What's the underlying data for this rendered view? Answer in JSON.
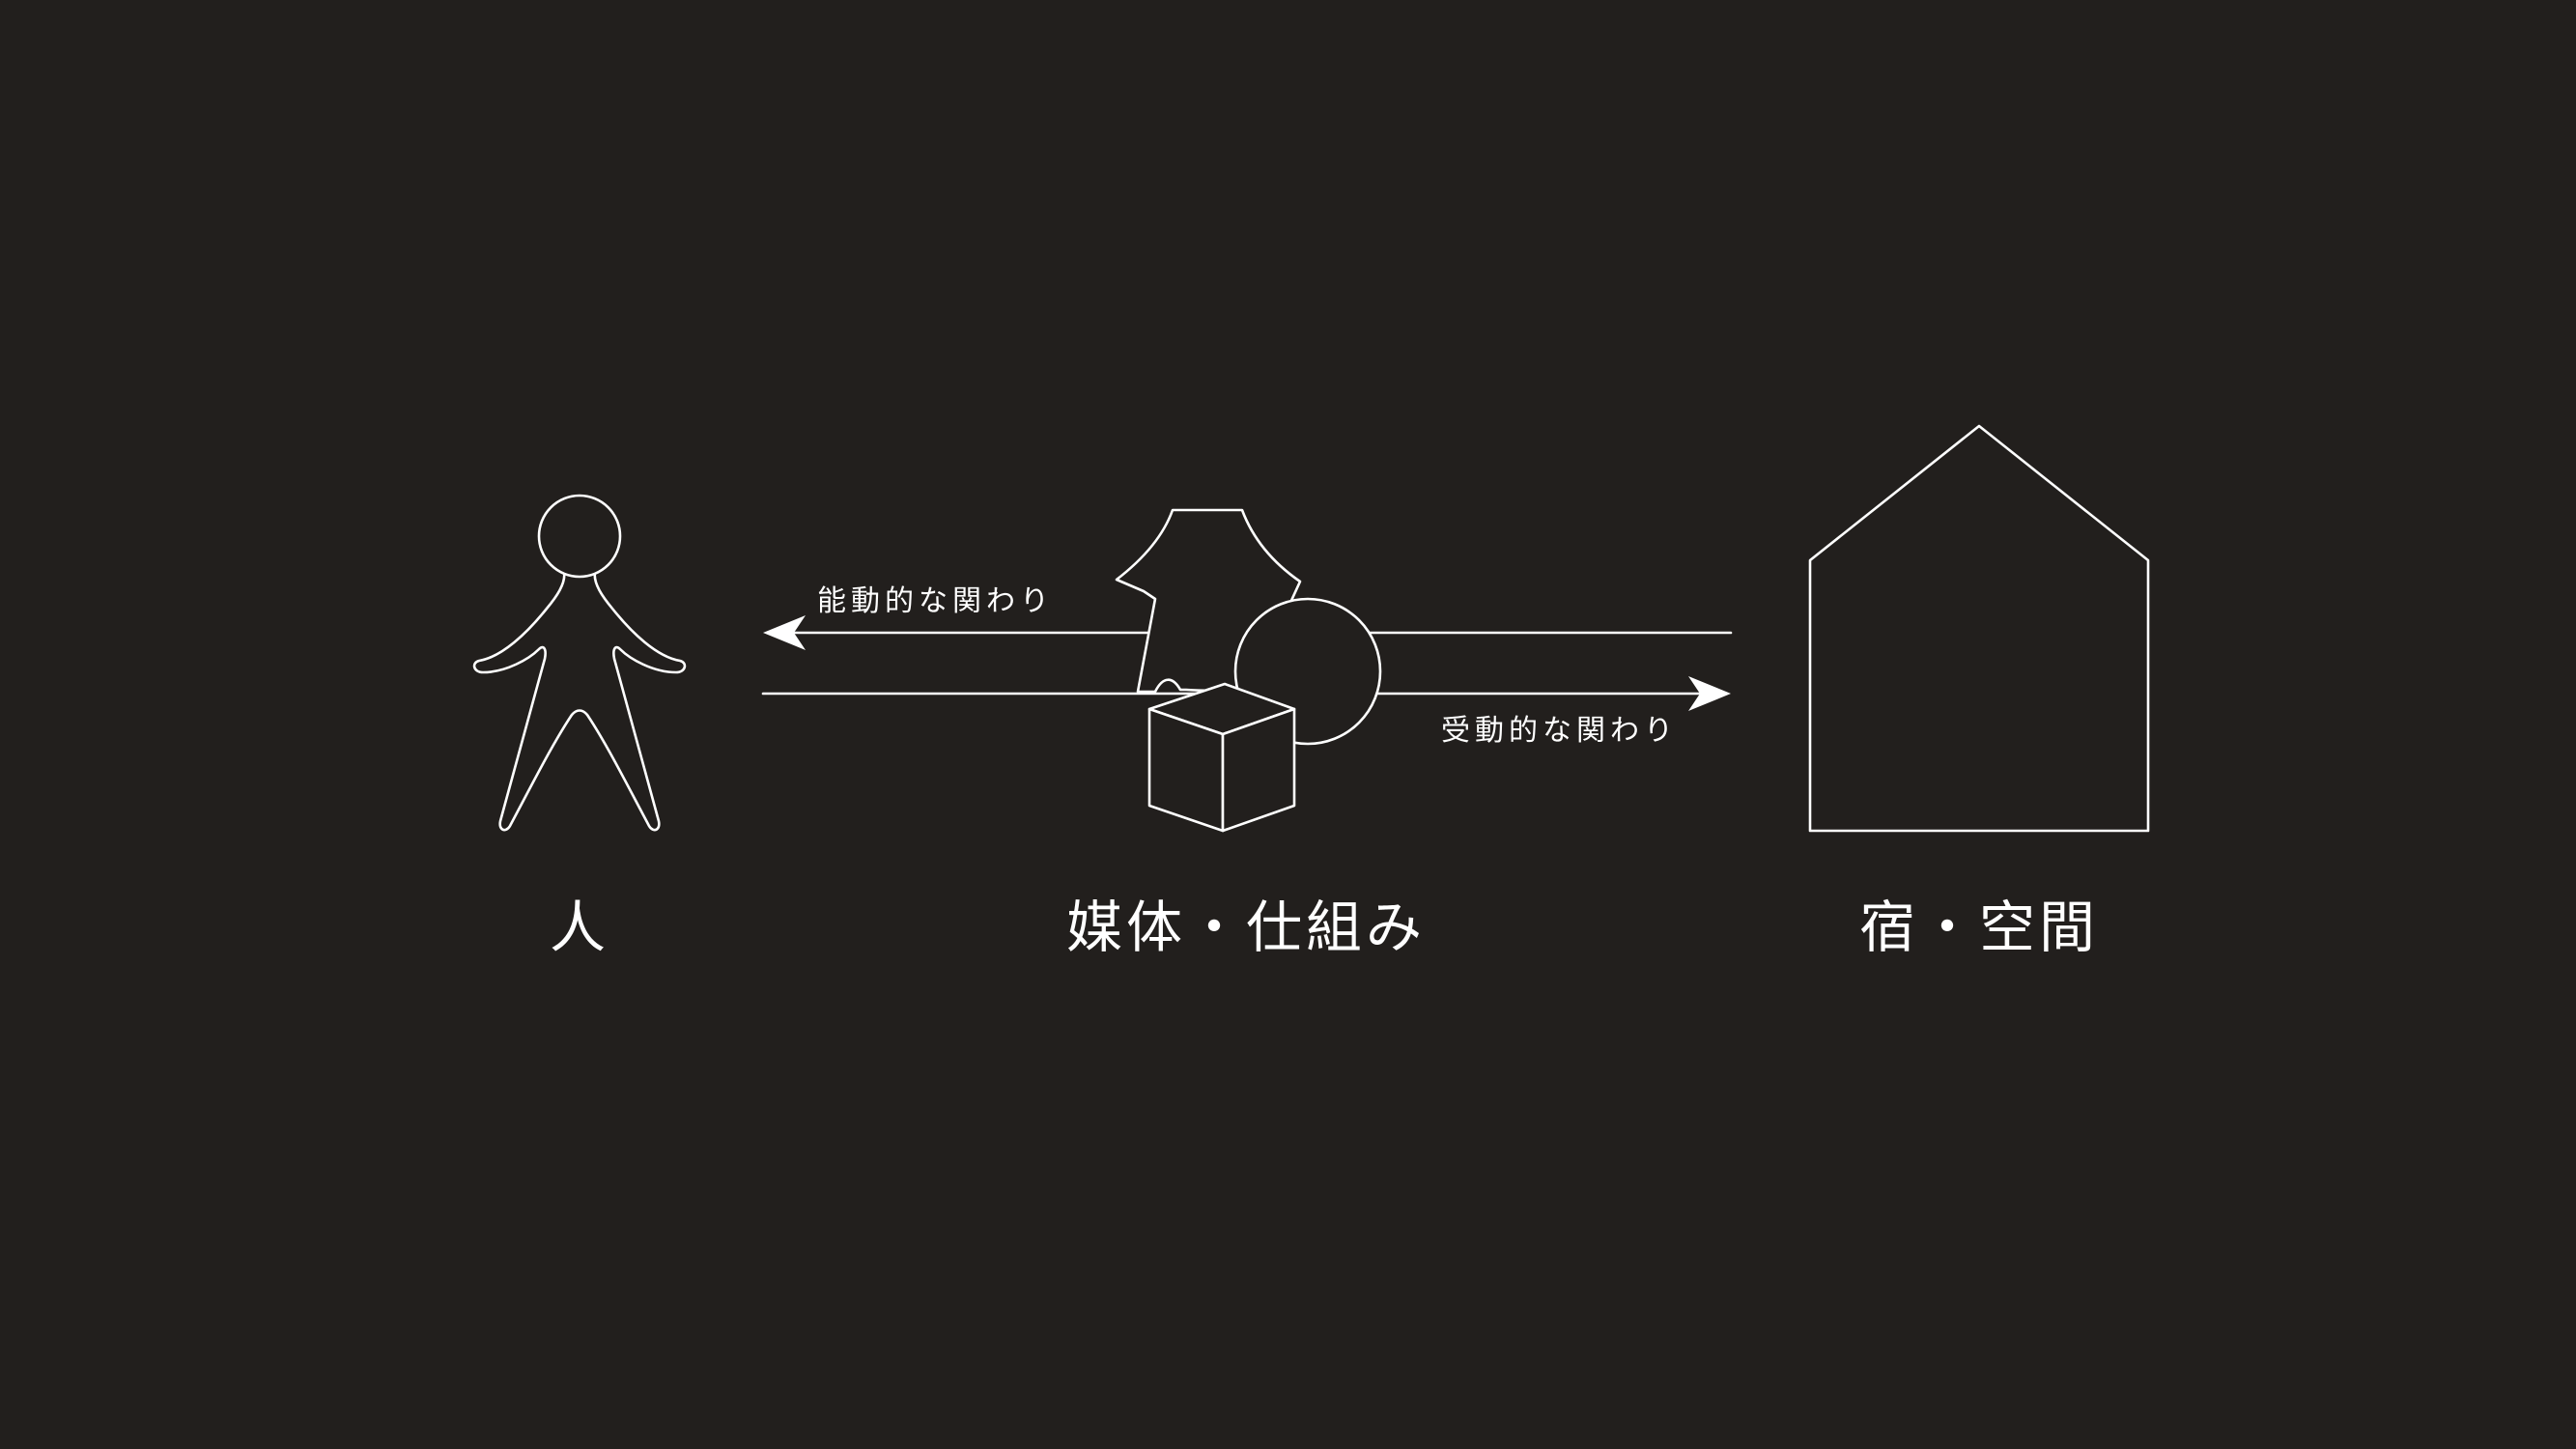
{
  "nodes": {
    "person": {
      "label": "人",
      "icon": "person-icon"
    },
    "medium": {
      "label": "媒体・仕組み",
      "icon": "objects-icon"
    },
    "space": {
      "label": "宿・空間",
      "icon": "house-icon"
    }
  },
  "relations": {
    "active": {
      "label": "能動的な関わり",
      "direction": "to-person"
    },
    "passive": {
      "label": "受動的な関わり",
      "direction": "to-space"
    }
  },
  "colors": {
    "background": "#221f1d",
    "line": "#ffffff",
    "text": "#ffffff"
  }
}
